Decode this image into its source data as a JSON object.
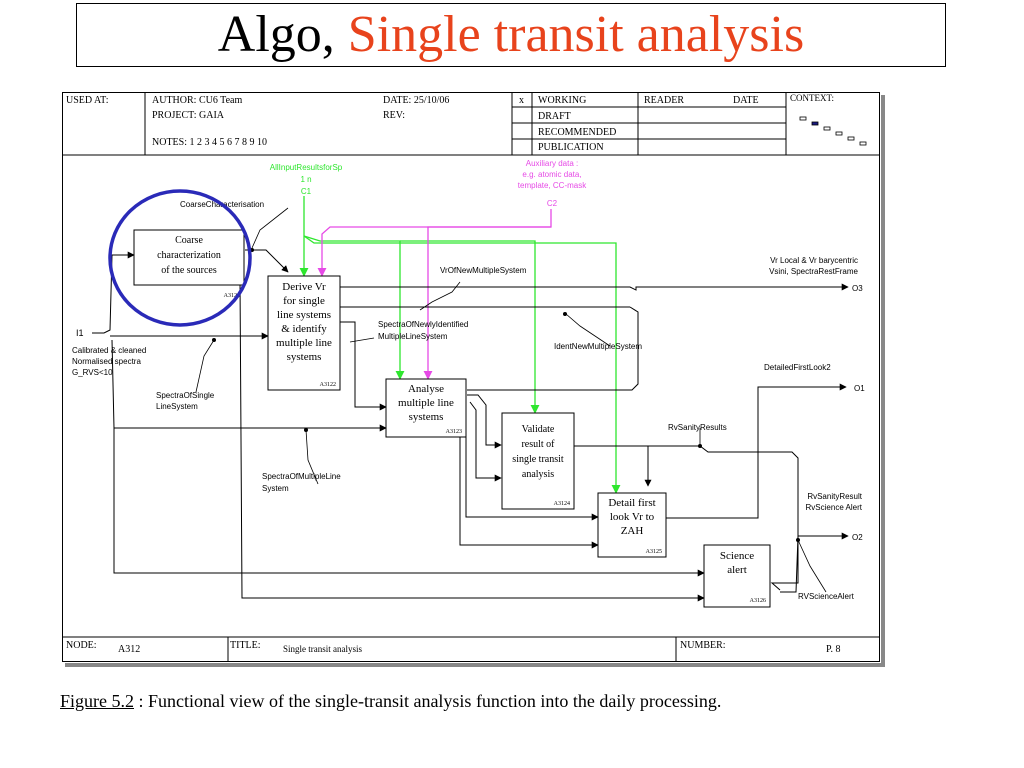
{
  "slide": {
    "title_prefix": "Algo,",
    "title_accent": "Single transit analysis",
    "accent_color": "#e8431c",
    "caption_label": "Figure 5.2",
    "caption_text": " : Functional view of the single-transit analysis function into the daily processing."
  },
  "header": {
    "used_at": "USED AT:",
    "author": "AUTHOR:  CU6 Team",
    "project": "PROJECT:  GAIA",
    "notes": "NOTES:  1  2  3  4  5  6  7  8  9  10",
    "date": "DATE:   25/10/06",
    "rev": "REV:",
    "status_mark": "x",
    "working": "WORKING",
    "draft": "DRAFT",
    "recommended": "RECOMMENDED",
    "publication": "PUBLICATION",
    "reader": "READER",
    "reader_date": "DATE",
    "context": "CONTEXT:"
  },
  "footer": {
    "node_label": "NODE:",
    "node_value": "A312",
    "title_label": "TITLE:",
    "title_value": "Single transit analysis",
    "number_label": "NUMBER:",
    "page": "P. 8"
  },
  "boxes": {
    "a3121": {
      "lines": [
        "Coarse",
        "characterization",
        "of the sources"
      ],
      "id": "A3121"
    },
    "a3122": {
      "lines": [
        "Derive Vr",
        "for single",
        "line systems",
        "& identify",
        "multiple line",
        "systems"
      ],
      "id": "A3122"
    },
    "a3123": {
      "lines": [
        "Analyse",
        "multiple line",
        "systems"
      ],
      "id": "A3123"
    },
    "a3124": {
      "lines": [
        "Validate",
        "result of",
        "single transit",
        "analysis"
      ],
      "id": "A3124"
    },
    "a3125": {
      "lines": [
        "Detail first",
        "look Vr to",
        "ZAH"
      ],
      "id": "A3125"
    },
    "a3126": {
      "lines": [
        "Science",
        "alert"
      ],
      "id": "A3126"
    }
  },
  "labels": {
    "c1": [
      "AllInputResultsforSp",
      "1 n",
      "C1"
    ],
    "c2": [
      "Auxiliary data :",
      "e.g. atomic data,",
      "template, CC-mask",
      "C2"
    ],
    "coarse": "CoarseCharacterisation",
    "i1_code": "I1",
    "i1_desc": [
      "Calibrated & cleaned",
      "Normalised spectra",
      "G_RVS<10"
    ],
    "single": [
      "SpectraOfSingle",
      "LineSystem"
    ],
    "multiple": [
      "SpectraOfMultipleLine",
      "System"
    ],
    "newly": [
      "SpectraOfNewlyIdentified",
      "MultipleLineSystem"
    ],
    "vrofnew": "VrOfNewMultipleSystem",
    "ident": "IdentNewMultipleSystem",
    "o3_desc": [
      "Vr Local & Vr barycentric",
      "Vsini, SpectraRestFrame"
    ],
    "o3": "O3",
    "detailed": "DetailedFirstLook2",
    "o1": "O1",
    "sanity_results": "RvSanityResults",
    "o2_desc": [
      "RvSanityResult",
      "RvScience Alert"
    ],
    "o2": "O2",
    "science_alert": "RVScienceAlert"
  },
  "colors": {
    "control_c1": "#2ee62e",
    "control_c2": "#e64ae6",
    "highlight_circle": "#2a2ab8"
  }
}
